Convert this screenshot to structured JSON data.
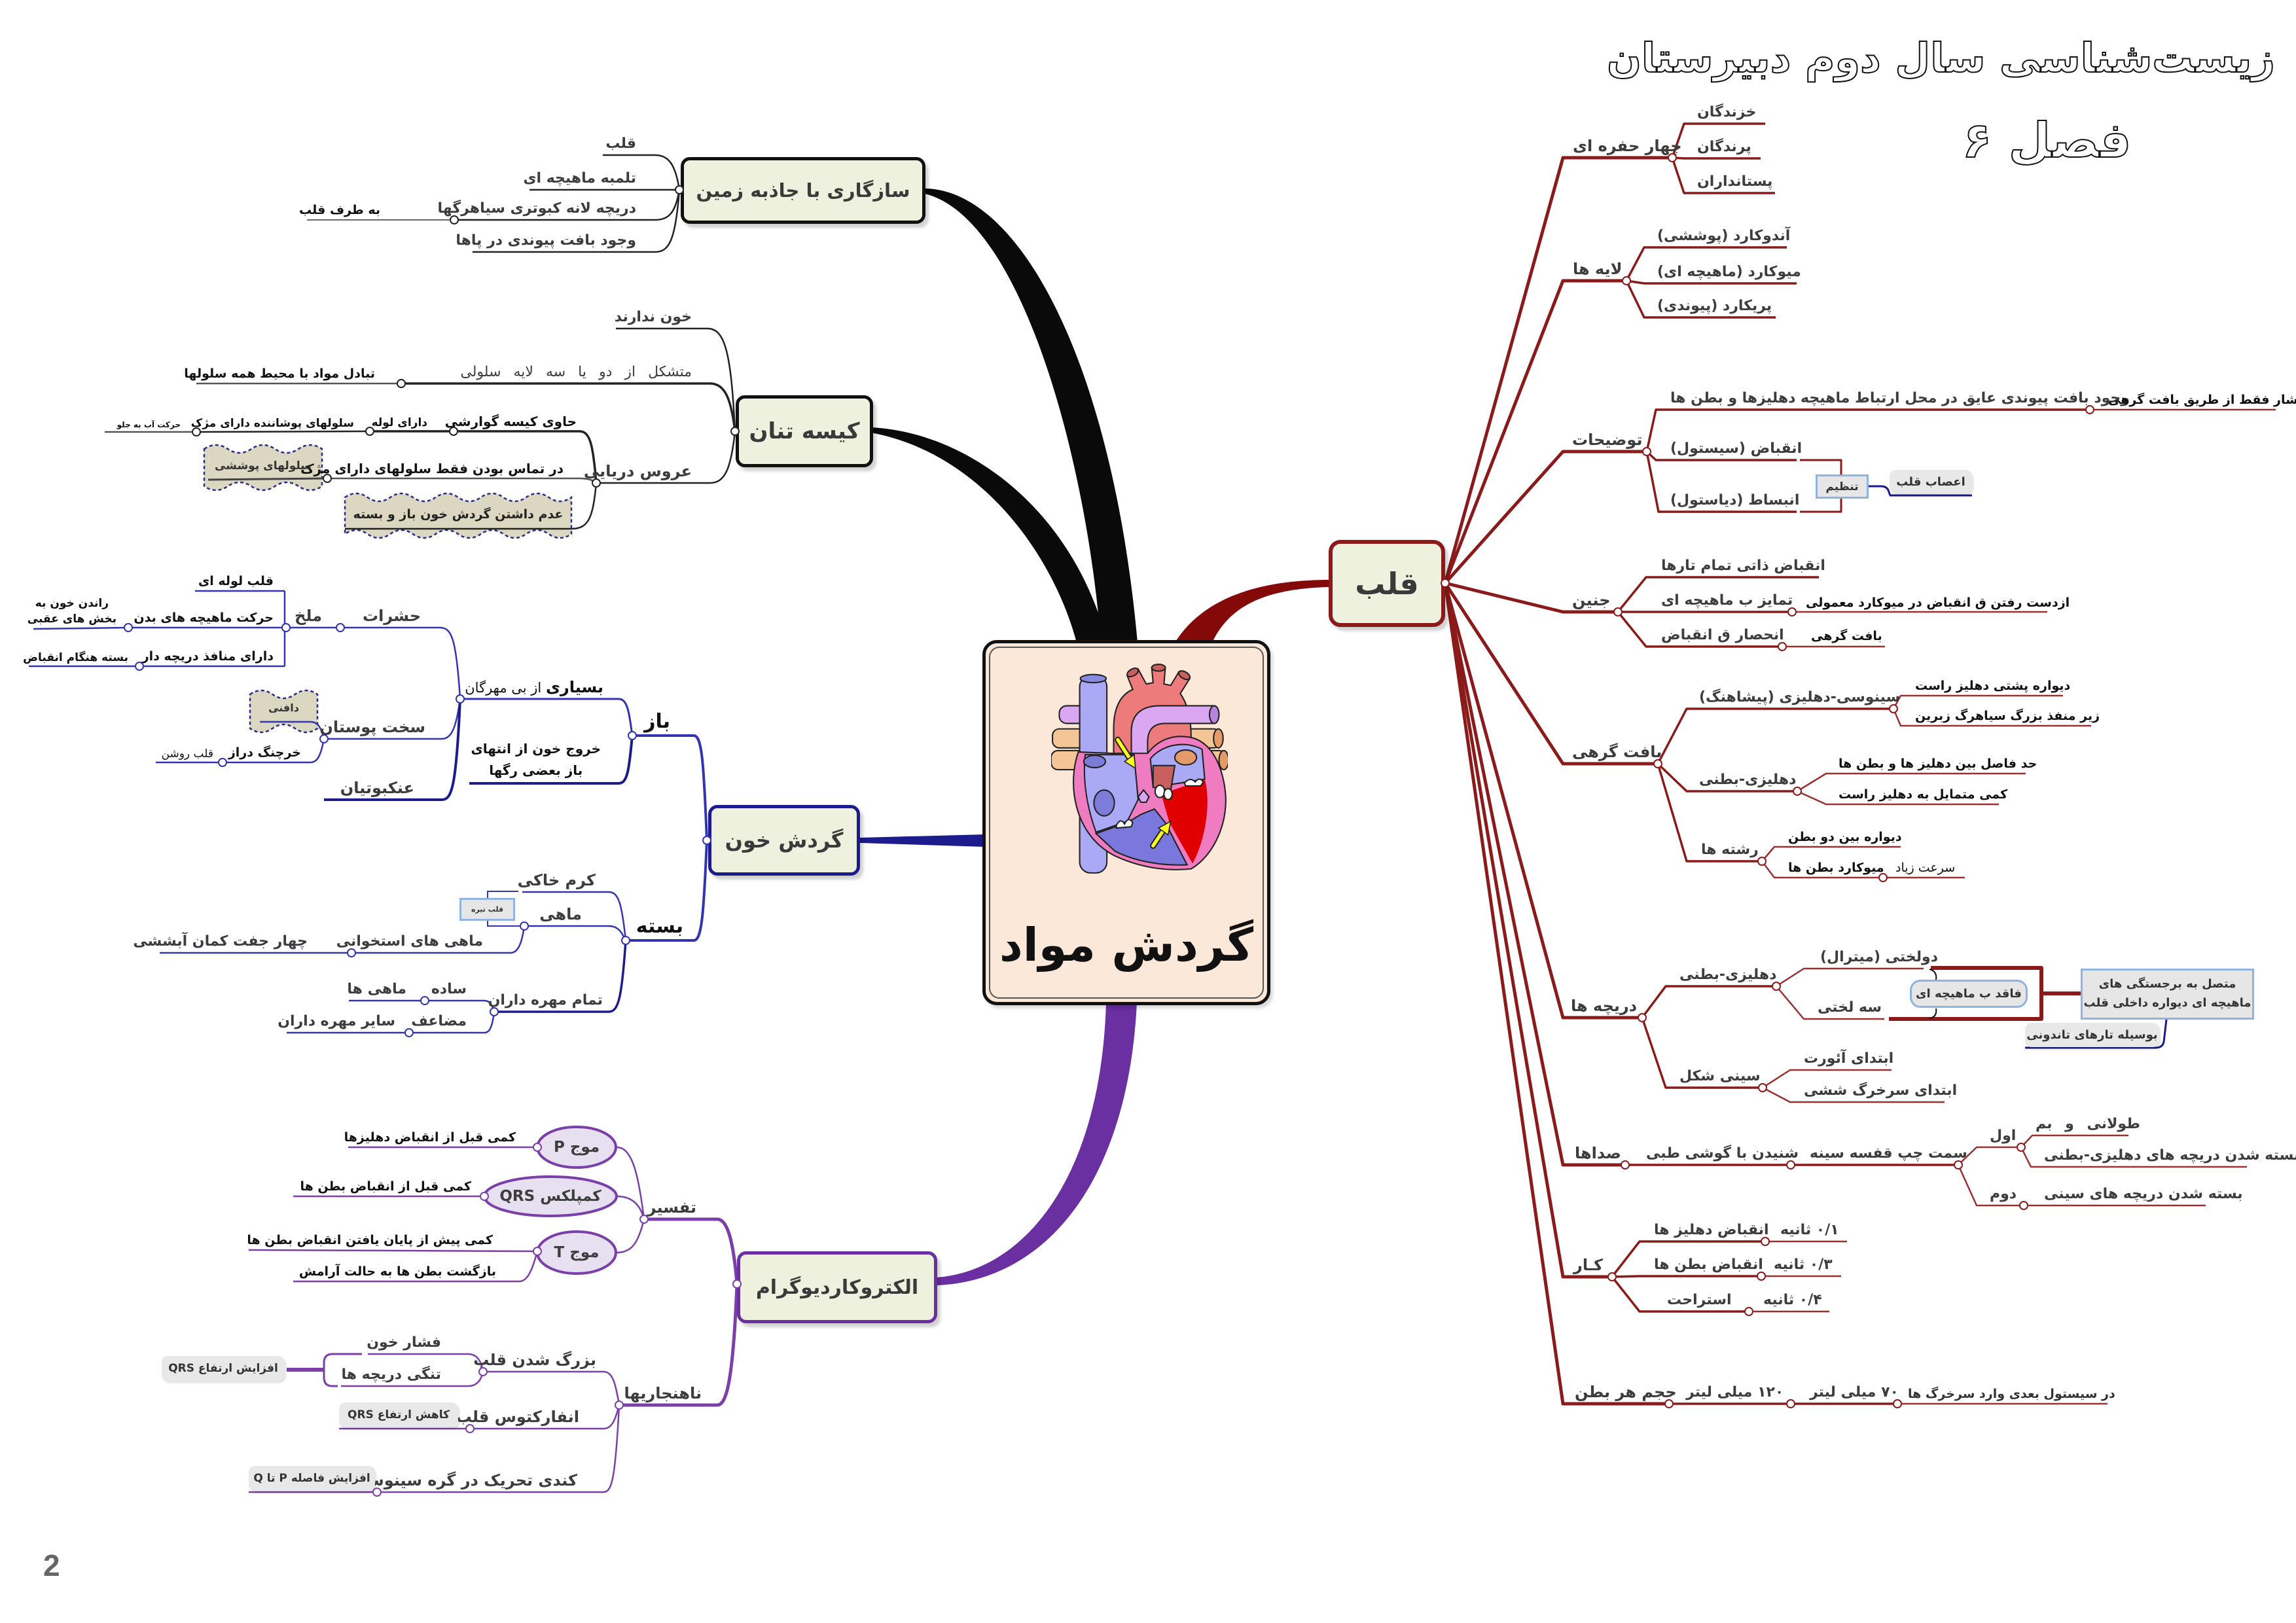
{
  "header": {
    "title": "زیست‌شناسی سال دوم دبیرستان",
    "chapter": "فصل ۶"
  },
  "page_number": "2",
  "center": {
    "title": "گردش مواد",
    "image_icon": "heart-anatomy-diagram"
  },
  "gravity": {
    "title": "سازگاری با جاذبه زمین",
    "items": [
      "قلب",
      "تلمبه ماهیچه ای",
      "دریچه لانه کبوتری سیاهرگها",
      "وجود بافت پیوندی در پاها"
    ],
    "valves_note": "به طرف قلب"
  },
  "coelenterates": {
    "title": "کیسه تنان",
    "no_blood": "خون ندارند",
    "layers": "متشکل از دو یا سه لایه سلولی",
    "layers_note": "تبادل مواد با محیط همه سلولها",
    "jellyfish": {
      "label": "عروس دریایی",
      "gastric_sac": "حاوی کیسه گوارشی",
      "tubes": "دارای لوله",
      "ciliated_cells": "سلولهای پوشاننده دارای مژک",
      "water_forward": "حرکت آب به جلو",
      "contact": "در تماس بودن فقط سلولهای دارای مژک",
      "epithelial_cells": "سلولهای پوششی",
      "no_circulation": "عدم داشتن گردش خون باز و بسته"
    }
  },
  "circulation": {
    "title": "گردش خون",
    "open": {
      "label": "باز",
      "invertebrates_bold": "بسیاری",
      "invertebrates_rest": " از بی مهرگان",
      "exit_lines": [
        "خروج خون از انتهای",
        "باز بعضی رگها"
      ],
      "insects": {
        "label": "حشرات",
        "grasshopper": {
          "label": "ملخ",
          "tubular_heart": "قلب لوله ای",
          "muscle_movement": "حرکت ماهیچه های بدن",
          "push_blood_lines": [
            "راندن خون به",
            "بخش های عقبی"
          ],
          "valved_openings": "دارای منافذ دریچه دار",
          "closed_on_contraction": "بسته هنگام انقباض"
        }
      },
      "crustaceans": {
        "label": "سخت پوستان",
        "daphnia": "دافنی",
        "lobster": "خرچنگ دراز",
        "lobster_note": "قلب روشن"
      },
      "arachnids": "عنکبوتیان"
    },
    "closed": {
      "label": "بسته",
      "earthworm": "کرم خاکی",
      "fish": {
        "label": "ماهی",
        "venous_heart": "قلب تیره",
        "bony_fish": "ماهی های استخوانی",
        "gill_arches": "چهار جفت کمان آبششی"
      },
      "vertebrates": {
        "label": "تمام مهره داران",
        "single": "ساده",
        "single_note": "ماهی ها",
        "double": "مضاعف",
        "double_note": "سایر مهره داران"
      }
    }
  },
  "ecg": {
    "title": "الکتروکاردیوگرام",
    "interpretation": {
      "label": "تفسیر",
      "waves": [
        {
          "name": "موج P",
          "notes": [
            "کمی قبل از انقباض دهلیزها"
          ]
        },
        {
          "name": "کمپلکس QRS",
          "notes": [
            "کمی قبل از انقباض بطن ها"
          ]
        },
        {
          "name": "موج T",
          "notes": [
            "کمی پیش از پایان یافتن انقباض بطن ها",
            "بازگشت بطن ها به حالت آرامش"
          ]
        }
      ]
    },
    "abnormalities": {
      "label": "ناهنجاریها",
      "items": [
        {
          "label": "بزرگ شدن قلب",
          "causes": [
            "فشار خون",
            "تنگی دریچه ها"
          ],
          "effect": "افزایش ارتفاع QRS"
        },
        {
          "label": "انفارکتوس قلب",
          "effect": "کاهش ارتفاع QRS"
        },
        {
          "label": "کندی تحریک در گره سینوسی",
          "effect": "افزایش فاصله P تا Q"
        }
      ]
    }
  },
  "heart": {
    "title": "قلب",
    "four_chambered": {
      "label": "چهار حفره ای",
      "items": [
        "خزندگان",
        "پرندگان",
        "پستانداران"
      ]
    },
    "layers": {
      "label": "لایه ها",
      "items": [
        "آندوکارد (پوششی)",
        "میوکارد (ماهیچه ای)",
        "پریکارد (پیوندی)"
      ]
    },
    "notes": {
      "label": "توضیحات",
      "insulating_tissue": "وجود بافت پیوندی عایق در محل ارتباط ماهیچه دهلیزها و بطن ها",
      "insulating_note": "انتشار فقط از طریق بافت گرهی",
      "systole": "انقباض (سیستول)",
      "diastole": "انبساط (دیاستول)",
      "regulation": "تنظیم",
      "cardiac_nerves": "اعصاب قلب"
    },
    "embryo": {
      "label": "جنین",
      "items": [
        {
          "label": "انقباض ذاتی تمام تارها"
        },
        {
          "label": "تمایز ب ماهیچه ای",
          "note": "ازدست رفتن ق انقباض در میوکارد معمولی"
        },
        {
          "label": "انحصار ق انقباض",
          "note": "بافت گرهی"
        }
      ]
    },
    "nodal_tissue": {
      "label": "بافت گرهی",
      "items": [
        {
          "label": "سینوسی-دهلیزی (پیشاهنگ)",
          "notes": [
            "دیواره پشتی دهلیز راست",
            "زیر منفذ بزرگ سیاهرگ زبرین"
          ]
        },
        {
          "label": "دهلیزی-بطنی",
          "notes": [
            "حد فاصل بین دهلیز ها و بطن ها",
            "کمی متمایل به دهلیز راست"
          ]
        },
        {
          "label": "رشته ها",
          "notes": [
            "دیواره بین دو بطن",
            "میوکارد بطن ها"
          ],
          "speed": "سرعت زیاد"
        }
      ]
    },
    "valves": {
      "label": "دریچه ها",
      "av": {
        "label": "دهلیزی-بطنی",
        "items": [
          "دولختی (میترال)",
          "سه لختی"
        ],
        "no_muscle": "فاقد ب ماهیچه ای",
        "attached_lines": [
          "متصل به برجستگی های",
          "ماهیچه ای دیواره داخلی قلب"
        ],
        "via": "بوسیله تارهای تاندونی"
      },
      "semilunar": {
        "label": "سینی شکل",
        "items": [
          "ابتدای آئورت",
          "ابتدای سرخرگ ششی"
        ]
      }
    },
    "sounds": {
      "label": "صداها",
      "chain": [
        "شنیدن با گوشی طبی",
        "سمت چپ قفسه سینه"
      ],
      "first": {
        "label": "اول",
        "items": [
          "طولانی و بم",
          "بسته شدن دریچه های دهلیزی-بطنی"
        ]
      },
      "second": {
        "label": "دوم",
        "note": "بسته شدن دریچه های سینی"
      }
    },
    "work": {
      "label": "کـار",
      "phases": [
        {
          "label": "انقباض دهلیز ها",
          "duration": "۰/۱ ثانیه"
        },
        {
          "label": "انقباض بطن ها",
          "duration": "۰/۳ ثانیه"
        },
        {
          "label": "استراحت",
          "duration": "۰/۴ ثانیه"
        }
      ]
    },
    "volume": {
      "label": "حجم هر بطن",
      "chain": [
        "۱۲۰ میلی لیتر",
        "۷۰ میلی لیتر",
        "در سیستول بعدی وارد سرخرگ ها"
      ]
    }
  }
}
